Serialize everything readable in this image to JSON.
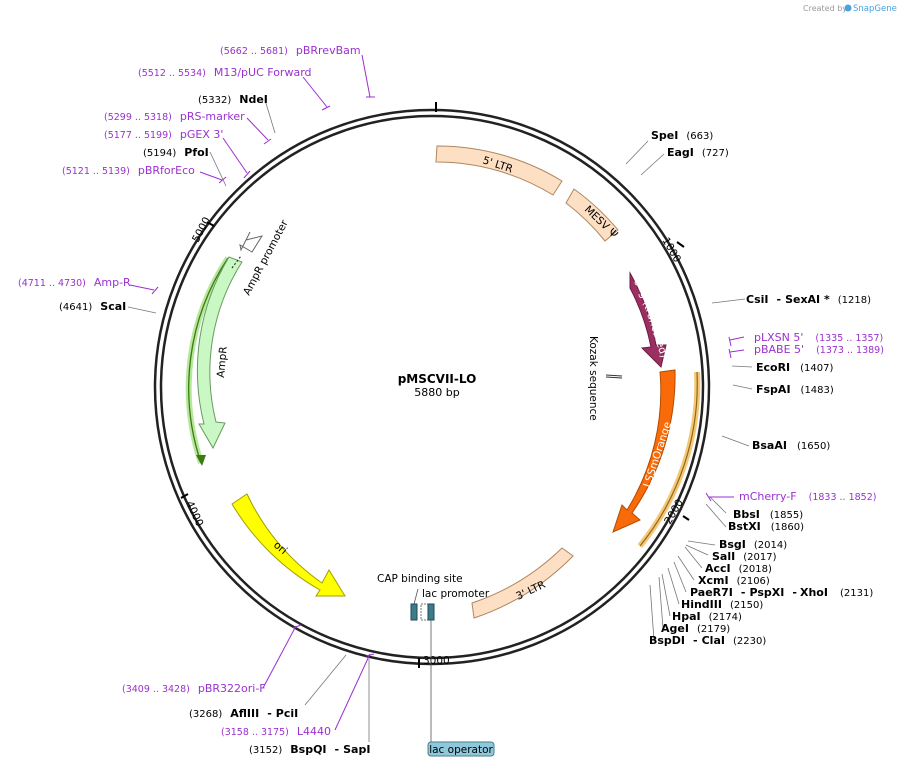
{
  "credit": {
    "text": "Created by",
    "brand": "SnapGene"
  },
  "plasmid": {
    "name": "pMSCVII-LO",
    "size": "5880 bp"
  },
  "ticks": [
    "1000",
    "2000",
    "3000",
    "4000",
    "5000"
  ],
  "features": {
    "ltr5": "5' LTR",
    "mesv": "MESV Ψ",
    "gag": "gag (truncated)",
    "kozak": "Kozak sequence",
    "lssm": "LSSmOrange",
    "ltr3": "3' LTR",
    "cap": "CAP binding site",
    "lacpro": "lac promoter",
    "lacop": "lac operator",
    "ori": "ori",
    "ampr": "AmpR",
    "amprpro": "AmpR promoter"
  },
  "enzymes": {
    "spei": {
      "name": "SpeI",
      "pos": "(663)"
    },
    "eagi": {
      "name": "EagI",
      "pos": "(727)"
    },
    "csii": {
      "name": "CsiI",
      "sep": "-",
      "name2": "SexAI *",
      "pos": "(1218)"
    },
    "ecori": {
      "name": "EcoRI",
      "pos": "(1407)"
    },
    "fspai": {
      "name": "FspAI",
      "pos": "(1483)"
    },
    "bsaai": {
      "name": "BsaAI",
      "pos": "(1650)"
    },
    "bbsi": {
      "name": "BbsI",
      "pos": "(1855)"
    },
    "bstxi": {
      "name": "BstXI",
      "pos": "(1860)"
    },
    "bsgi": {
      "name": "BsgI",
      "pos": "(2014)"
    },
    "sali": {
      "name": "SalI",
      "pos": "(2017)"
    },
    "acci": {
      "name": "AccI",
      "pos": "(2018)"
    },
    "xcmi": {
      "name": "XcmI",
      "pos": "(2106)"
    },
    "paer7i": {
      "name": "PaeR7I",
      "sep": "-",
      "name2": "PspXI",
      "sep2": "-",
      "name3": "XhoI",
      "pos": "(2131)"
    },
    "hindiii": {
      "name": "HindIII",
      "pos": "(2150)"
    },
    "hpai": {
      "name": "HpaI",
      "pos": "(2174)"
    },
    "agei": {
      "name": "AgeI",
      "pos": "(2179)"
    },
    "bspdi": {
      "name": "BspDI",
      "sep": "-",
      "name2": "ClaI",
      "pos": "(2230)"
    },
    "afliii": {
      "name": "AflIII",
      "sep": "-",
      "name2": "PciI",
      "pos": "(3268)"
    },
    "bspqi": {
      "name": "BspQI",
      "sep": "-",
      "name2": "SapI",
      "pos": "(3152)"
    },
    "scai": {
      "name": "ScaI",
      "pos": "(4641)"
    },
    "pfoi": {
      "name": "PfoI",
      "pos": "(5194)"
    },
    "ndei": {
      "name": "NdeI",
      "pos": "(5332)"
    }
  },
  "primers": {
    "pbrrevbam": {
      "name": "pBRrevBam",
      "pos": "(5662 .. 5681)"
    },
    "m13": {
      "name": "M13/pUC Forward",
      "pos": "(5512 .. 5534)"
    },
    "prs": {
      "name": "pRS-marker",
      "pos": "(5299 .. 5318)"
    },
    "pgex": {
      "name": "pGEX 3'",
      "pos": "(5177 .. 5199)"
    },
    "pbrforeco": {
      "name": "pBRforEco",
      "pos": "(5121 .. 5139)"
    },
    "ampr": {
      "name": "Amp-R",
      "pos": "(4711 .. 4730)"
    },
    "plxsn": {
      "name": "pLXSN 5'",
      "pos": "(1335 .. 1357)"
    },
    "pbabe": {
      "name": "pBABE 5'",
      "pos": "(1373 .. 1389)"
    },
    "mcherry": {
      "name": "mCherry-F",
      "pos": "(1833 .. 1852)"
    },
    "pbr322ori": {
      "name": "pBR322ori-F",
      "pos": "(3409 .. 3428)"
    },
    "l4440": {
      "name": "L4440",
      "pos": "(3158 .. 3175)"
    }
  },
  "colors": {
    "ltr": "#fde0c4",
    "gag": "#9c2f62",
    "lssm": "#f96a08",
    "ori": "#ffff00",
    "ampr": "#c9f8c4",
    "primer": "#9b30d0",
    "lacop": "#8ec9db"
  }
}
